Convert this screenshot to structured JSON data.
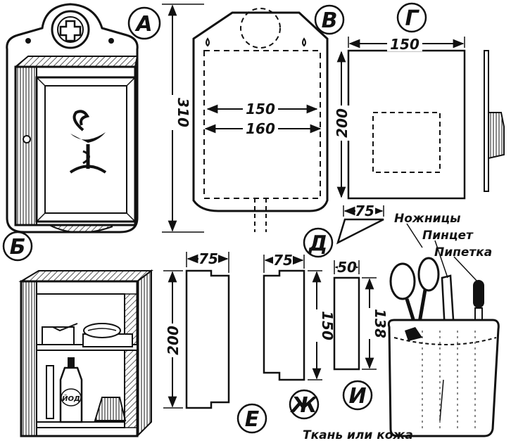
{
  "letters": {
    "a": "А",
    "b": "Б",
    "v": "В",
    "g": "Г",
    "d": "Д",
    "e": "Е",
    "zh": "Ж",
    "i": "И"
  },
  "dimensions": {
    "height_310": "310",
    "width_150_inner": "150",
    "width_160": "160",
    "width_150_top": "150",
    "height_200_g": "200",
    "d_75": "75",
    "e_75": "75",
    "e_200": "200",
    "zh_75": "75",
    "zh_150": "150",
    "i_50": "50",
    "i_138": "138"
  },
  "bottle_label": "ЙОД",
  "labels": {
    "scissors": "Ножницы",
    "tweezers": "Пинцет",
    "pipette": "Пипетка",
    "fabric": "Ткань или кожа"
  }
}
